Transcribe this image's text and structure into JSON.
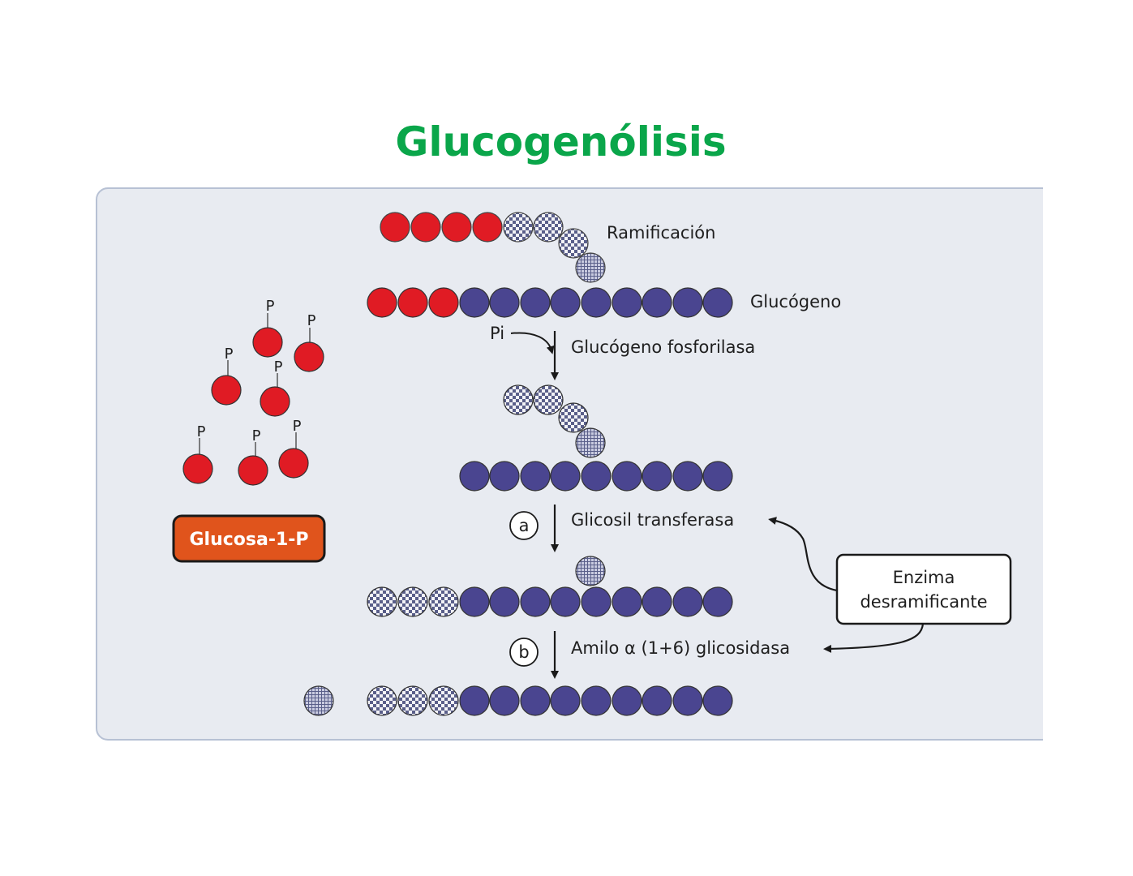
{
  "title": "Glucogenólisis",
  "labels": {
    "ramificacion": "Ramificación",
    "glucogeno": "Glucógeno",
    "pi": "Pi",
    "glucogeno_fosforilasa": "Glucógeno fosforilasa",
    "step_a": "a",
    "glicosil_transferasa": "Glicosil transferasa",
    "step_b": "b",
    "amilo_glicosidasa": "Amilo α (1+6) glicosidasa",
    "glucosa_1_p": "Glucosa-1-P",
    "enzima_line1": "Enzima",
    "enzima_line2": "desramificante",
    "phosphate": "P"
  },
  "colors": {
    "title": "#0aa64a",
    "panel": "#e8ebf1",
    "glucose_red": "#e01b24",
    "glucose_blue": "#4a4590",
    "badge": "#e0541c"
  }
}
